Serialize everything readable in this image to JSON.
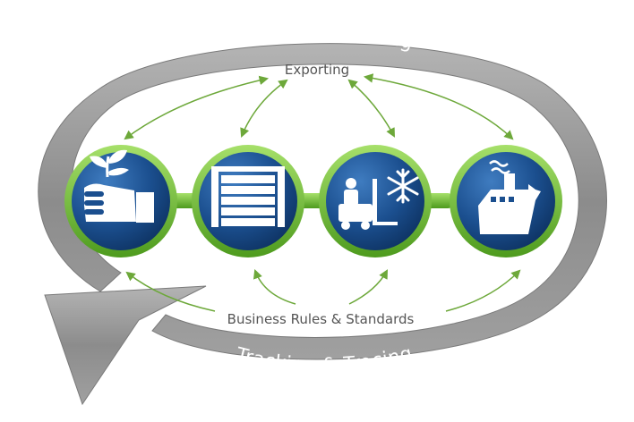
{
  "ring": {
    "top_label": "Tracking & Tracing",
    "bottom_label": "Tracking & Tracing"
  },
  "labels": {
    "top": "Exporting",
    "bottom": "Business Rules & Standards"
  },
  "stages": [
    {
      "icon": "hand-with-plant-icon"
    },
    {
      "icon": "warehouse-shutter-icon"
    },
    {
      "icon": "forklift-cold-storage-icon"
    },
    {
      "icon": "cargo-ship-icon"
    }
  ],
  "colors": {
    "ring": "#9a9a9a",
    "stage_blue": "#1b4f8f",
    "stage_green": "#6cbf2e",
    "arrow_green": "#6da83a",
    "label_gray": "#555555"
  }
}
